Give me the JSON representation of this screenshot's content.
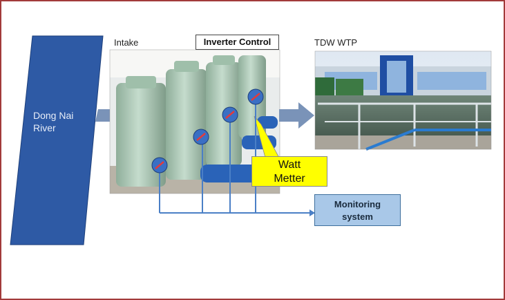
{
  "diagram": {
    "river_label": "Dong Nai\nRiver",
    "intake_label": "Intake",
    "inverter_label": "Inverter Control",
    "wtp_label": "TDW WTP",
    "watt_meter_label": "Watt\nMetter",
    "monitoring_label": "Monitoring\nsystem",
    "meter_count": 4
  },
  "colors": {
    "frame": "#a23a3a",
    "river": "#2e5aa5",
    "arrow": "#7a93b8",
    "meter": "#3a6fc4",
    "callout": "#ffff00",
    "monitoring_box": "#a9c8e8",
    "connector": "#4a7fc6"
  },
  "icons": [
    "watt-meter-icon",
    "flow-arrow-icon",
    "pump-photo",
    "treatment-plant-photo"
  ]
}
